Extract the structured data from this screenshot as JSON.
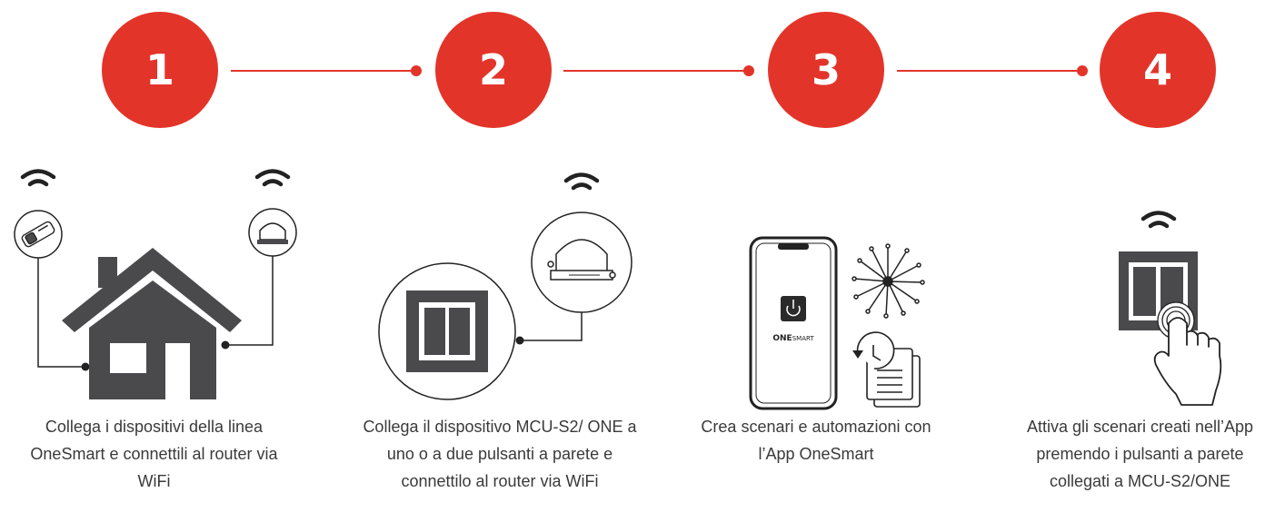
{
  "steps": [
    {
      "number": "1",
      "caption": "Collega i dispositivi della linea OneSmart e connettili al router via WiFi"
    },
    {
      "number": "2",
      "caption": "Collega il dispositivo MCU-S2/ ONE a uno o a due pulsanti a parete e connettilo al router via WiFi"
    },
    {
      "number": "3",
      "caption": "Crea scenari e automazioni con l’App OneSmart"
    },
    {
      "number": "4",
      "caption": "Attiva gli scenari creati nell’App premendo i pulsanti a parete collegati a MCU-S2/ONE"
    }
  ],
  "app_logo": {
    "bold": "ONE",
    "light": "SMART"
  },
  "colors": {
    "accent": "#e3342a",
    "icon": "#4a4a4d",
    "text": "#3a3a3a"
  },
  "icons": [
    "wifi-icon",
    "house-icon",
    "smart-plug-icon",
    "relay-module-icon",
    "wall-switch-icon",
    "smartphone-icon",
    "network-burst-icon",
    "schedule-document-icon",
    "finger-press-icon"
  ]
}
